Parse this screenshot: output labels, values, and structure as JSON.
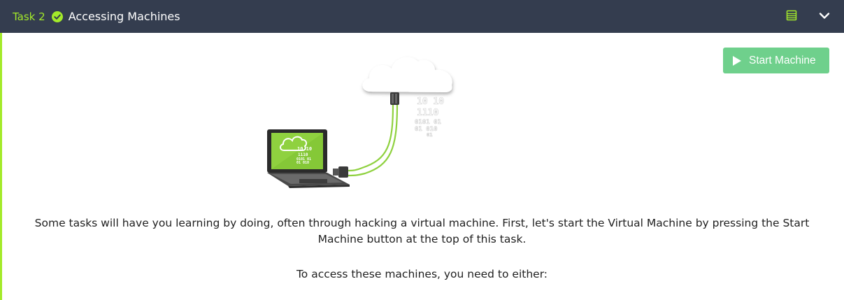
{
  "header": {
    "task_number": "Task 2",
    "title": "Accessing Machines",
    "status": "completed",
    "accent_color": "#a3ea2a",
    "background_color": "#343d4f"
  },
  "actions": {
    "start_machine_label": "Start Machine",
    "start_machine_color": "#6fd08c"
  },
  "illustration": {
    "binary_lines_cloud": [
      "10  10",
      "1110",
      "0101  01",
      "01    010",
      "01"
    ],
    "binary_lines_laptop": [
      "10 10",
      "1110",
      "0101 01",
      "01  010"
    ]
  },
  "content": {
    "paragraphs": [
      "Some tasks will have you learning by doing, often through hacking a virtual machine. First, let's start the Virtual Machine by pressing the Start Machine button at the top of this task.",
      "To access these machines, you need to either:"
    ]
  }
}
